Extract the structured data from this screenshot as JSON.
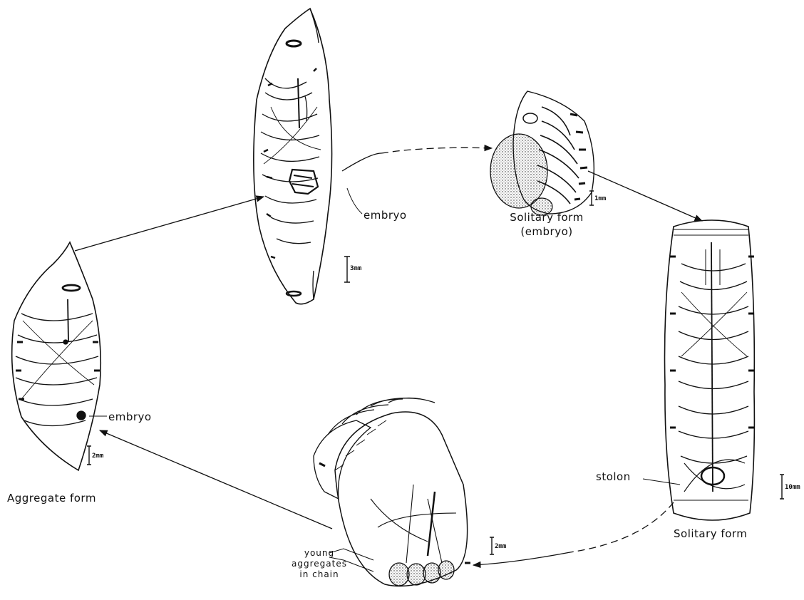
{
  "labels": {
    "embryo_top": "embryo",
    "embryo_left": "embryo",
    "solitary_embryo_line1": "Solitary form",
    "solitary_embryo_line2": "(embryo)",
    "solitary_form": "Solitary form",
    "aggregate_form": "Aggregate form",
    "stolon": "stolon",
    "young_line1": "young",
    "young_line2": "aggregates",
    "young_line3": "in chain"
  },
  "scale_bars": {
    "top": "3mm",
    "embryo": "1mm",
    "solitary": "10mm",
    "chain": "2mm",
    "aggregate": "2mm"
  },
  "colors": {
    "ink": "#111111",
    "paper": "#ffffff"
  }
}
